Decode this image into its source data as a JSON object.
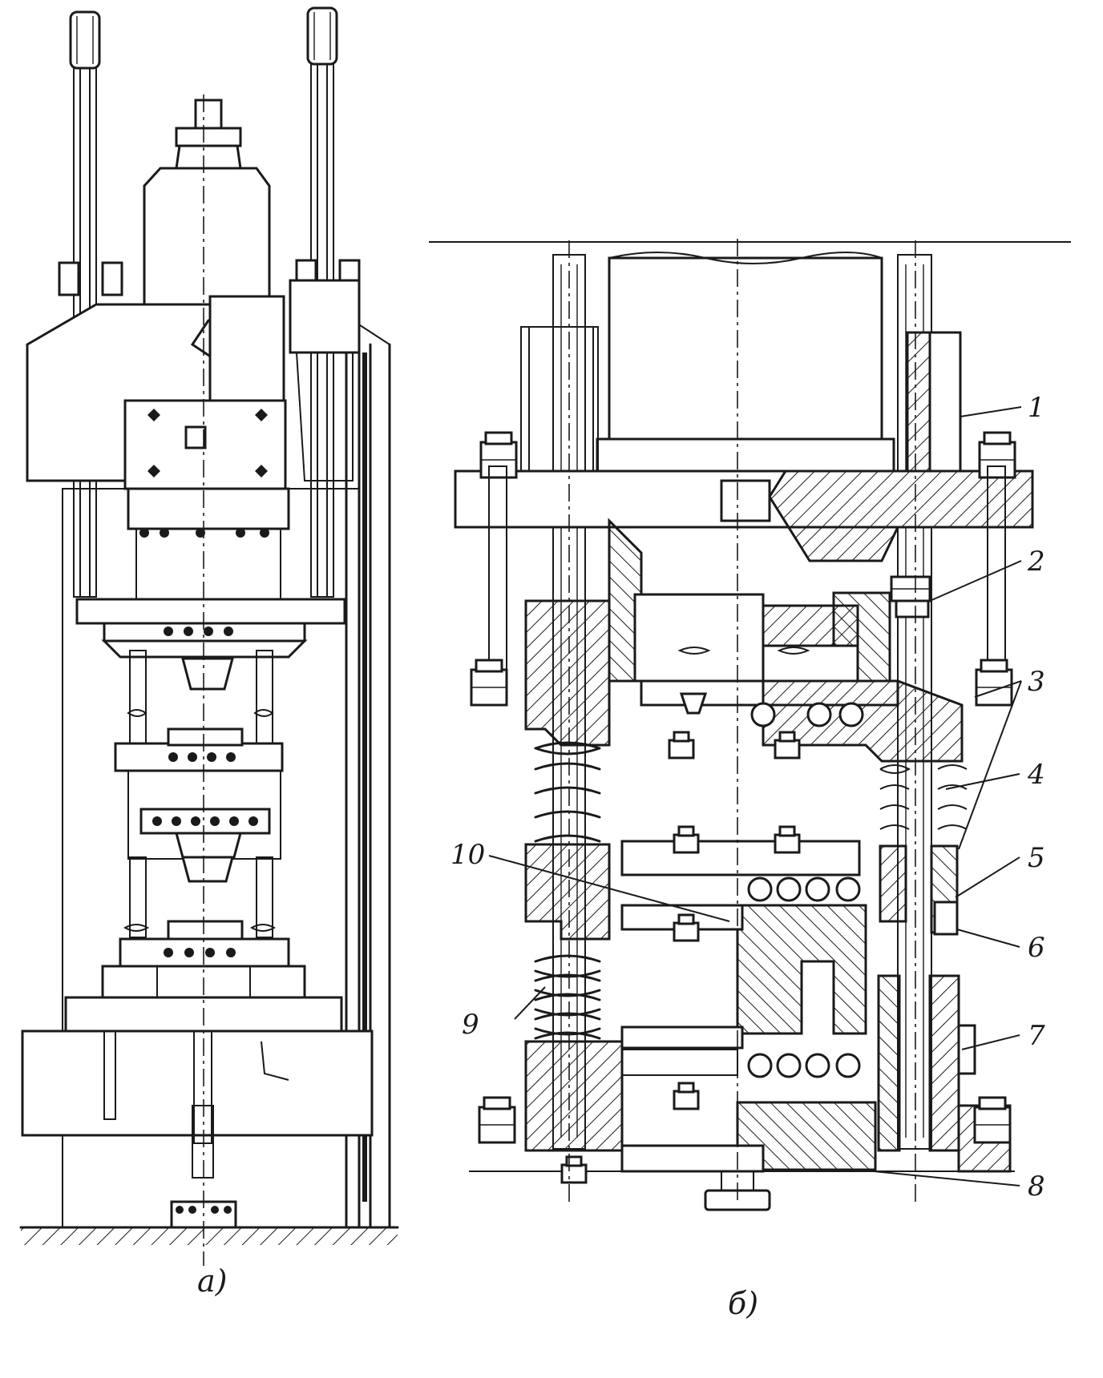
{
  "figure": {
    "views": [
      {
        "id": "a",
        "caption": "a)"
      },
      {
        "id": "b",
        "caption": "б)"
      }
    ],
    "callouts": [
      "1",
      "2",
      "3",
      "4",
      "5",
      "6",
      "7",
      "8",
      "9",
      "10"
    ]
  }
}
